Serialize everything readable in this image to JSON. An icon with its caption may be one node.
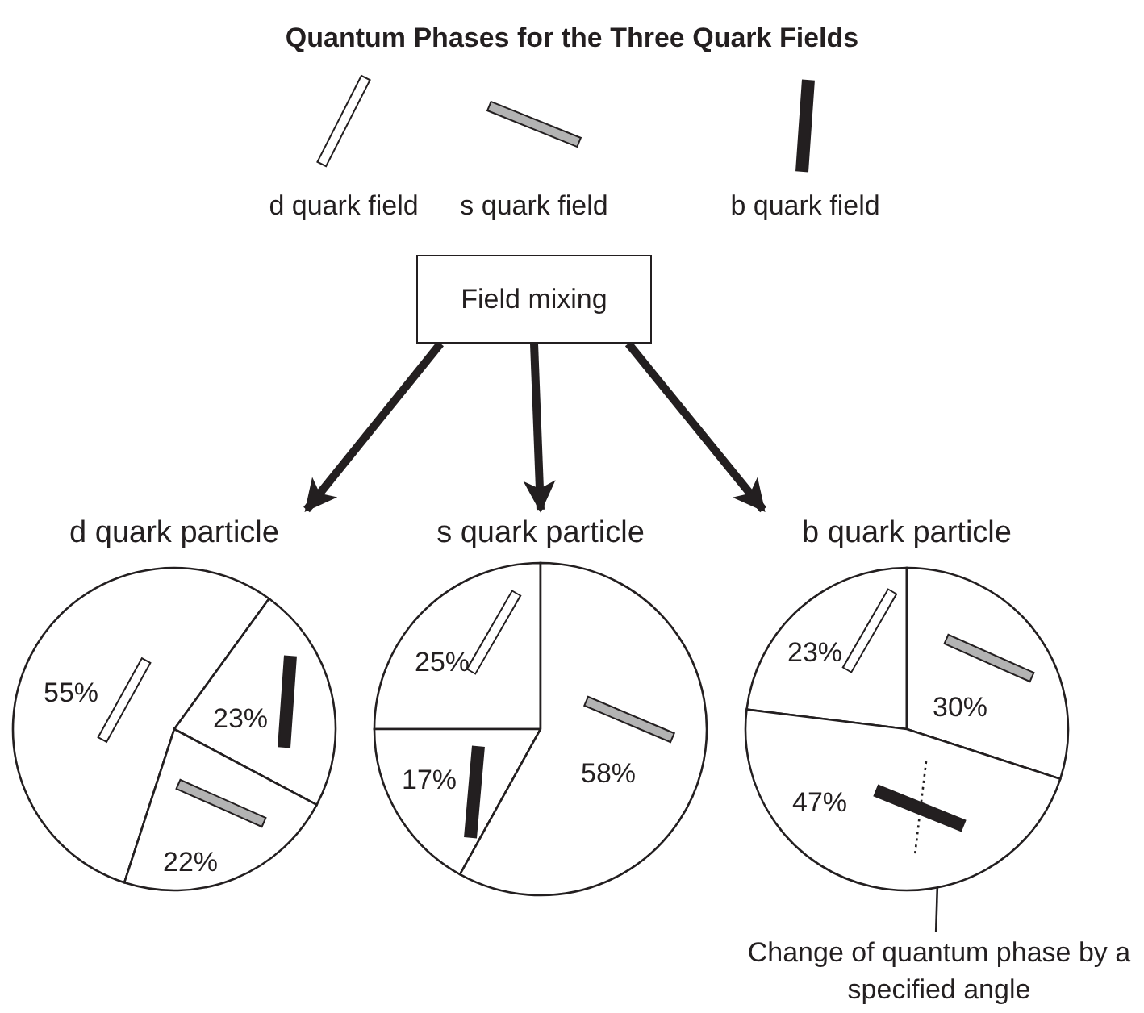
{
  "diagram": {
    "title": "Quantum Phases for the Three Quark Fields",
    "nodes": [
      {
        "text": [
          "Field mixing"
        ]
      },
      {
        "text": [
          "d quark particle"
        ]
      },
      {
        "text": [
          "55%"
        ],
        "in": 1
      },
      {
        "text": [
          "23%"
        ],
        "in": 1
      },
      {
        "text": [
          "22%"
        ],
        "in": 1
      },
      {
        "text": [
          "s quark particle"
        ]
      },
      {
        "text": [
          "25%"
        ],
        "in": 5
      },
      {
        "text": [
          "17%"
        ],
        "in": 5
      },
      {
        "text": [
          "58%"
        ],
        "in": 5
      },
      {
        "text": [
          "b quark particle"
        ]
      },
      {
        "text": [
          "23%"
        ],
        "in": 9
      },
      {
        "text": [
          "30%"
        ],
        "in": 9
      },
      {
        "text": [
          "47%"
        ],
        "in": 9
      },
      {
        "text": [
          "Change of quantum phase by a specified angle"
        ]
      }
    ],
    "edges": [
      {
        "from": 0,
        "to": 1,
        "arrow": "to"
      },
      {
        "from": 0,
        "to": 5,
        "arrow": "to"
      },
      {
        "from": 0,
        "to": 9,
        "arrow": "to"
      },
      {
        "from": 13,
        "to": 12,
        "arrow": "none"
      }
    ],
    "labels": [
      "d quark field",
      "s quark field",
      "b quark field"
    ]
  }
}
